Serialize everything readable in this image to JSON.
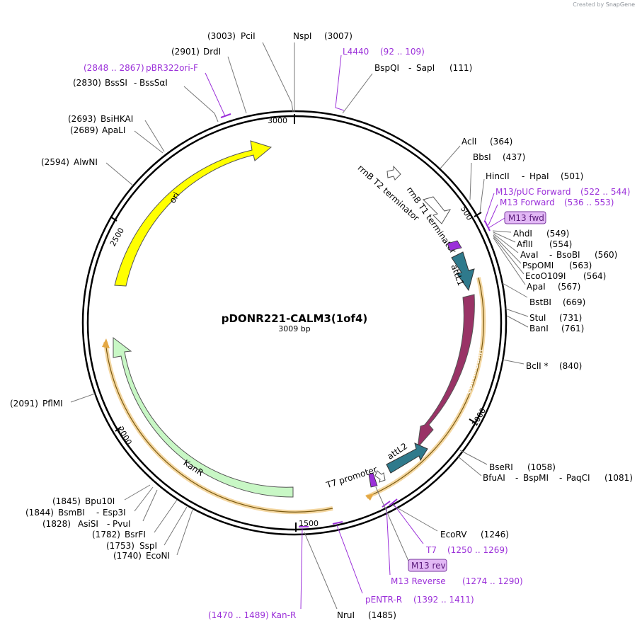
{
  "credit": {
    "prefix": "Created by",
    "brand": "SnapGene"
  },
  "plasmid": {
    "name": "pDONR221-CALM3(1of4)",
    "length": "3009 bp"
  },
  "ticks": [
    "3000",
    "500",
    "1000",
    "1500",
    "2000",
    "2500"
  ],
  "features": {
    "ori": "ori",
    "kanr": "KanR",
    "calmodulin": "calmodulin",
    "attl1": "attL1",
    "attl2": "attL2",
    "rrnb_t1": "rrnB T1 terminator",
    "rrnb_t2": "rrnB T2 terminator",
    "t7_promoter": "T7 promoter"
  },
  "sites": [
    {
      "pos": "(3003)",
      "name": "PciI"
    },
    {
      "pos": "(3007)",
      "name": "NspI"
    },
    {
      "pos": "(2901)",
      "name": "DrdI"
    },
    {
      "pos": "(2830)",
      "name": "BssSI",
      "alt": "BssSαI"
    },
    {
      "pos": "(2693)",
      "name": "BsiHKAI"
    },
    {
      "pos": "(2689)",
      "name": "ApaLI"
    },
    {
      "pos": "(2594)",
      "name": "AlwNI"
    },
    {
      "pos": "(2091)",
      "name": "PflMI"
    },
    {
      "pos": "(1845)",
      "name": "Bpu10I"
    },
    {
      "pos": "(1844)",
      "name": "BsmBI",
      "alt": "Esp3I"
    },
    {
      "pos": "(1828)",
      "name": "AsiSI",
      "alt": "PvuI"
    },
    {
      "pos": "(1782)",
      "name": "BsrFI"
    },
    {
      "pos": "(1753)",
      "name": "SspI"
    },
    {
      "pos": "(1740)",
      "name": "EcoNI"
    },
    {
      "pos": "(1485)",
      "name": "NruI"
    },
    {
      "pos": "(1246)",
      "name": "EcoRV"
    },
    {
      "pos": "(1058)",
      "name": "BseRI"
    },
    {
      "pos": "(1081)",
      "name": "BfuAI",
      "alt": "BspMI",
      "alt2": "PaqCI"
    },
    {
      "pos": "(840)",
      "name": "BclI *"
    },
    {
      "pos": "(761)",
      "name": "BanI"
    },
    {
      "pos": "(731)",
      "name": "StuI"
    },
    {
      "pos": "(669)",
      "name": "BstBI"
    },
    {
      "pos": "(567)",
      "name": "ApaI"
    },
    {
      "pos": "(564)",
      "name": "EcoO109I"
    },
    {
      "pos": "(563)",
      "name": "PspOMI"
    },
    {
      "pos": "(560)",
      "name": "AvaI",
      "alt": "BsoBI"
    },
    {
      "pos": "(554)",
      "name": "AflII"
    },
    {
      "pos": "(549)",
      "name": "AhdI"
    },
    {
      "pos": "(501)",
      "name": "HincII",
      "alt": "HpaI"
    },
    {
      "pos": "(437)",
      "name": "BbsI"
    },
    {
      "pos": "(364)",
      "name": "AclI"
    },
    {
      "pos": "(111)",
      "name": "BspQI",
      "alt": "SapI"
    }
  ],
  "primers": [
    {
      "name": "L4440",
      "range": "(92 .. 109)"
    },
    {
      "name": "pBR322ori-F",
      "range": "(2848 .. 2867)"
    },
    {
      "name": "M13/pUC Forward",
      "range": "(522 .. 544)"
    },
    {
      "name": "M13 Forward",
      "range": "(536 .. 553)"
    },
    {
      "name": "T7",
      "range": "(1250 .. 1269)"
    },
    {
      "name": "M13 Reverse",
      "range": "(1274 .. 1290)"
    },
    {
      "name": "pENTR-R",
      "range": "(1392 .. 1411)"
    },
    {
      "name": "Kan-R",
      "range": "(1470 .. 1489)"
    }
  ],
  "boxes": {
    "m13_fwd": "M13 fwd",
    "m13_rev": "M13 rev"
  },
  "colors": {
    "ori": "#ffff00",
    "kanr": "#c8f7c5",
    "calmodulin": "#993366",
    "att": "#2f7a8c",
    "primer": "#9b30d9",
    "terminator": "#ffffff",
    "orf_line": "#e4a844"
  }
}
